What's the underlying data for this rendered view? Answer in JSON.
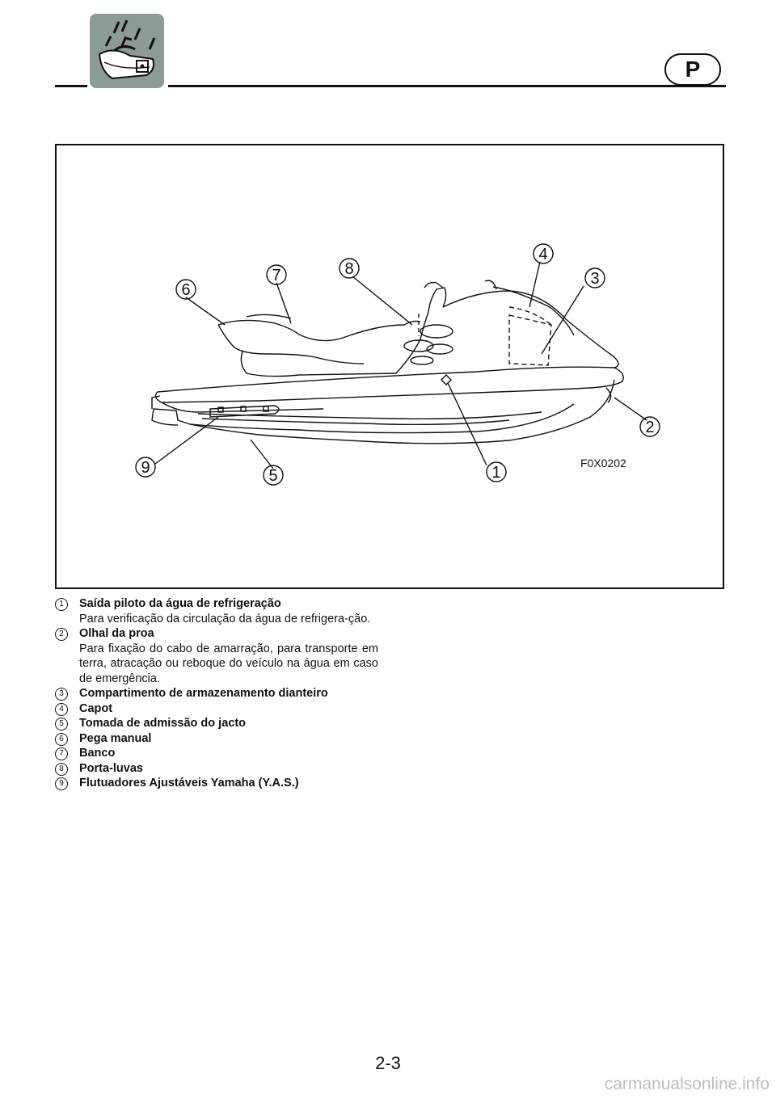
{
  "header": {
    "language_badge": "P"
  },
  "figure": {
    "code": "F0X0202",
    "callouts": [
      "1",
      "2",
      "3",
      "4",
      "5",
      "6",
      "7",
      "8",
      "9"
    ]
  },
  "legend": {
    "items": [
      {
        "num": "1",
        "title": "Saída piloto da água de refrigeração",
        "desc": "Para verificação da circulação da água de refrigera-ção."
      },
      {
        "num": "2",
        "title": "Olhal da proa",
        "desc": "Para fixação do cabo de amarração, para transporte em terra, atracação ou reboque do veículo na água em caso de emergência."
      },
      {
        "num": "3",
        "title": "Compartimento de armazenamento dianteiro",
        "desc": ""
      },
      {
        "num": "4",
        "title": "Capot",
        "desc": ""
      },
      {
        "num": "5",
        "title": "Tomada de admissão do jacto",
        "desc": ""
      },
      {
        "num": "6",
        "title": "Pega manual",
        "desc": ""
      },
      {
        "num": "7",
        "title": "Banco",
        "desc": ""
      },
      {
        "num": "8",
        "title": "Porta-luvas",
        "desc": ""
      },
      {
        "num": "9",
        "title": "Flutuadores Ajustáveis Yamaha (Y.A.S.)",
        "desc": ""
      }
    ]
  },
  "footer": {
    "page_number": "2-3",
    "watermark": "carmanualsonline.info"
  }
}
